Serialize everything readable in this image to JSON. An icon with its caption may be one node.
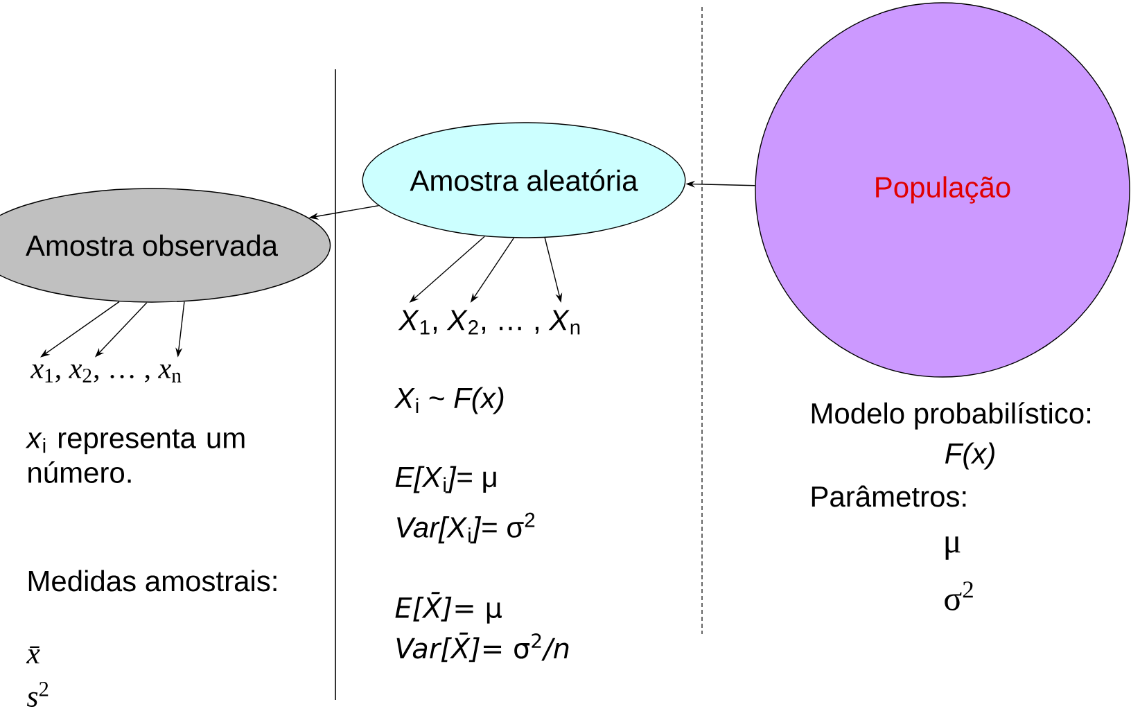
{
  "diagram": {
    "nodes": [
      {
        "text": [
          "Amostra observada"
        ]
      },
      {
        "text": [
          "Amostra aleatória"
        ]
      },
      {
        "text": [
          "População"
        ]
      },
      {
        "text": [
          "*x*$_{1}$, *x*$_{2}$, … , *x*$_{n}$"
        ]
      },
      {
        "text": [
          "*X*$_{1}$, *X*$_{2}$, … , *X*$_{n}$"
        ]
      }
    ],
    "edges": [
      {
        "from": 2,
        "to": 1,
        "arrow": "to"
      },
      {
        "from": 1,
        "to": 0,
        "arrow": "to"
      },
      {
        "from": 0,
        "to": 3,
        "arrow": "to"
      },
      {
        "from": 0,
        "to": 3,
        "arrow": "to"
      },
      {
        "from": 0,
        "to": 3,
        "arrow": "to"
      },
      {
        "from": 1,
        "to": 4,
        "arrow": "to"
      },
      {
        "from": 1,
        "to": 4,
        "arrow": "to"
      },
      {
        "from": 1,
        "to": 4,
        "arrow": "to"
      }
    ],
    "labels": [
      "*x*$_{i}$ representa um número.",
      "Medidas amostrais:",
      "x̄",
      "*s*$^{2}$",
      "*X*$_{i}$ ~ *F(x)*",
      "*E[X*$_{i}$*]*= μ",
      "*Var[X*$_{i}$*]*= σ$^{2}$",
      "*E[X̄]*= μ",
      "*Var[X̄]*= σ$^{2}$*/n*",
      "Modelo probabilístico:",
      "F(x)",
      "Parâmetros:",
      "μ",
      "σ$^{2}$"
    ]
  }
}
